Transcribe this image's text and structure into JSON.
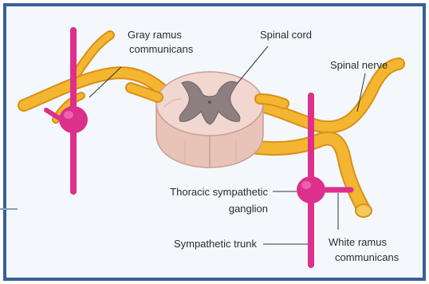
{
  "figure": {
    "frame_color": "#3a5f9a",
    "panel_color": "#f4f8fc",
    "nerve_color": "#f4b630",
    "nerve_outline": "#d7901a",
    "trunk_color": "#dd2f8c",
    "cord_white_matter": "#f1d7cf",
    "cord_gray_matter": "#8d7f81"
  },
  "labels": {
    "gray_ramus_line1": "Gray ramus",
    "gray_ramus_line2": "communicans",
    "spinal_cord": "Spinal cord",
    "spinal_nerve": "Spinal nerve",
    "thoracic_line1": "Thoracic sympathetic",
    "thoracic_line2": "ganglion",
    "sympathetic_trunk": "Sympathetic trunk",
    "white_ramus_line1": "White ramus",
    "white_ramus_line2": "communicans"
  }
}
